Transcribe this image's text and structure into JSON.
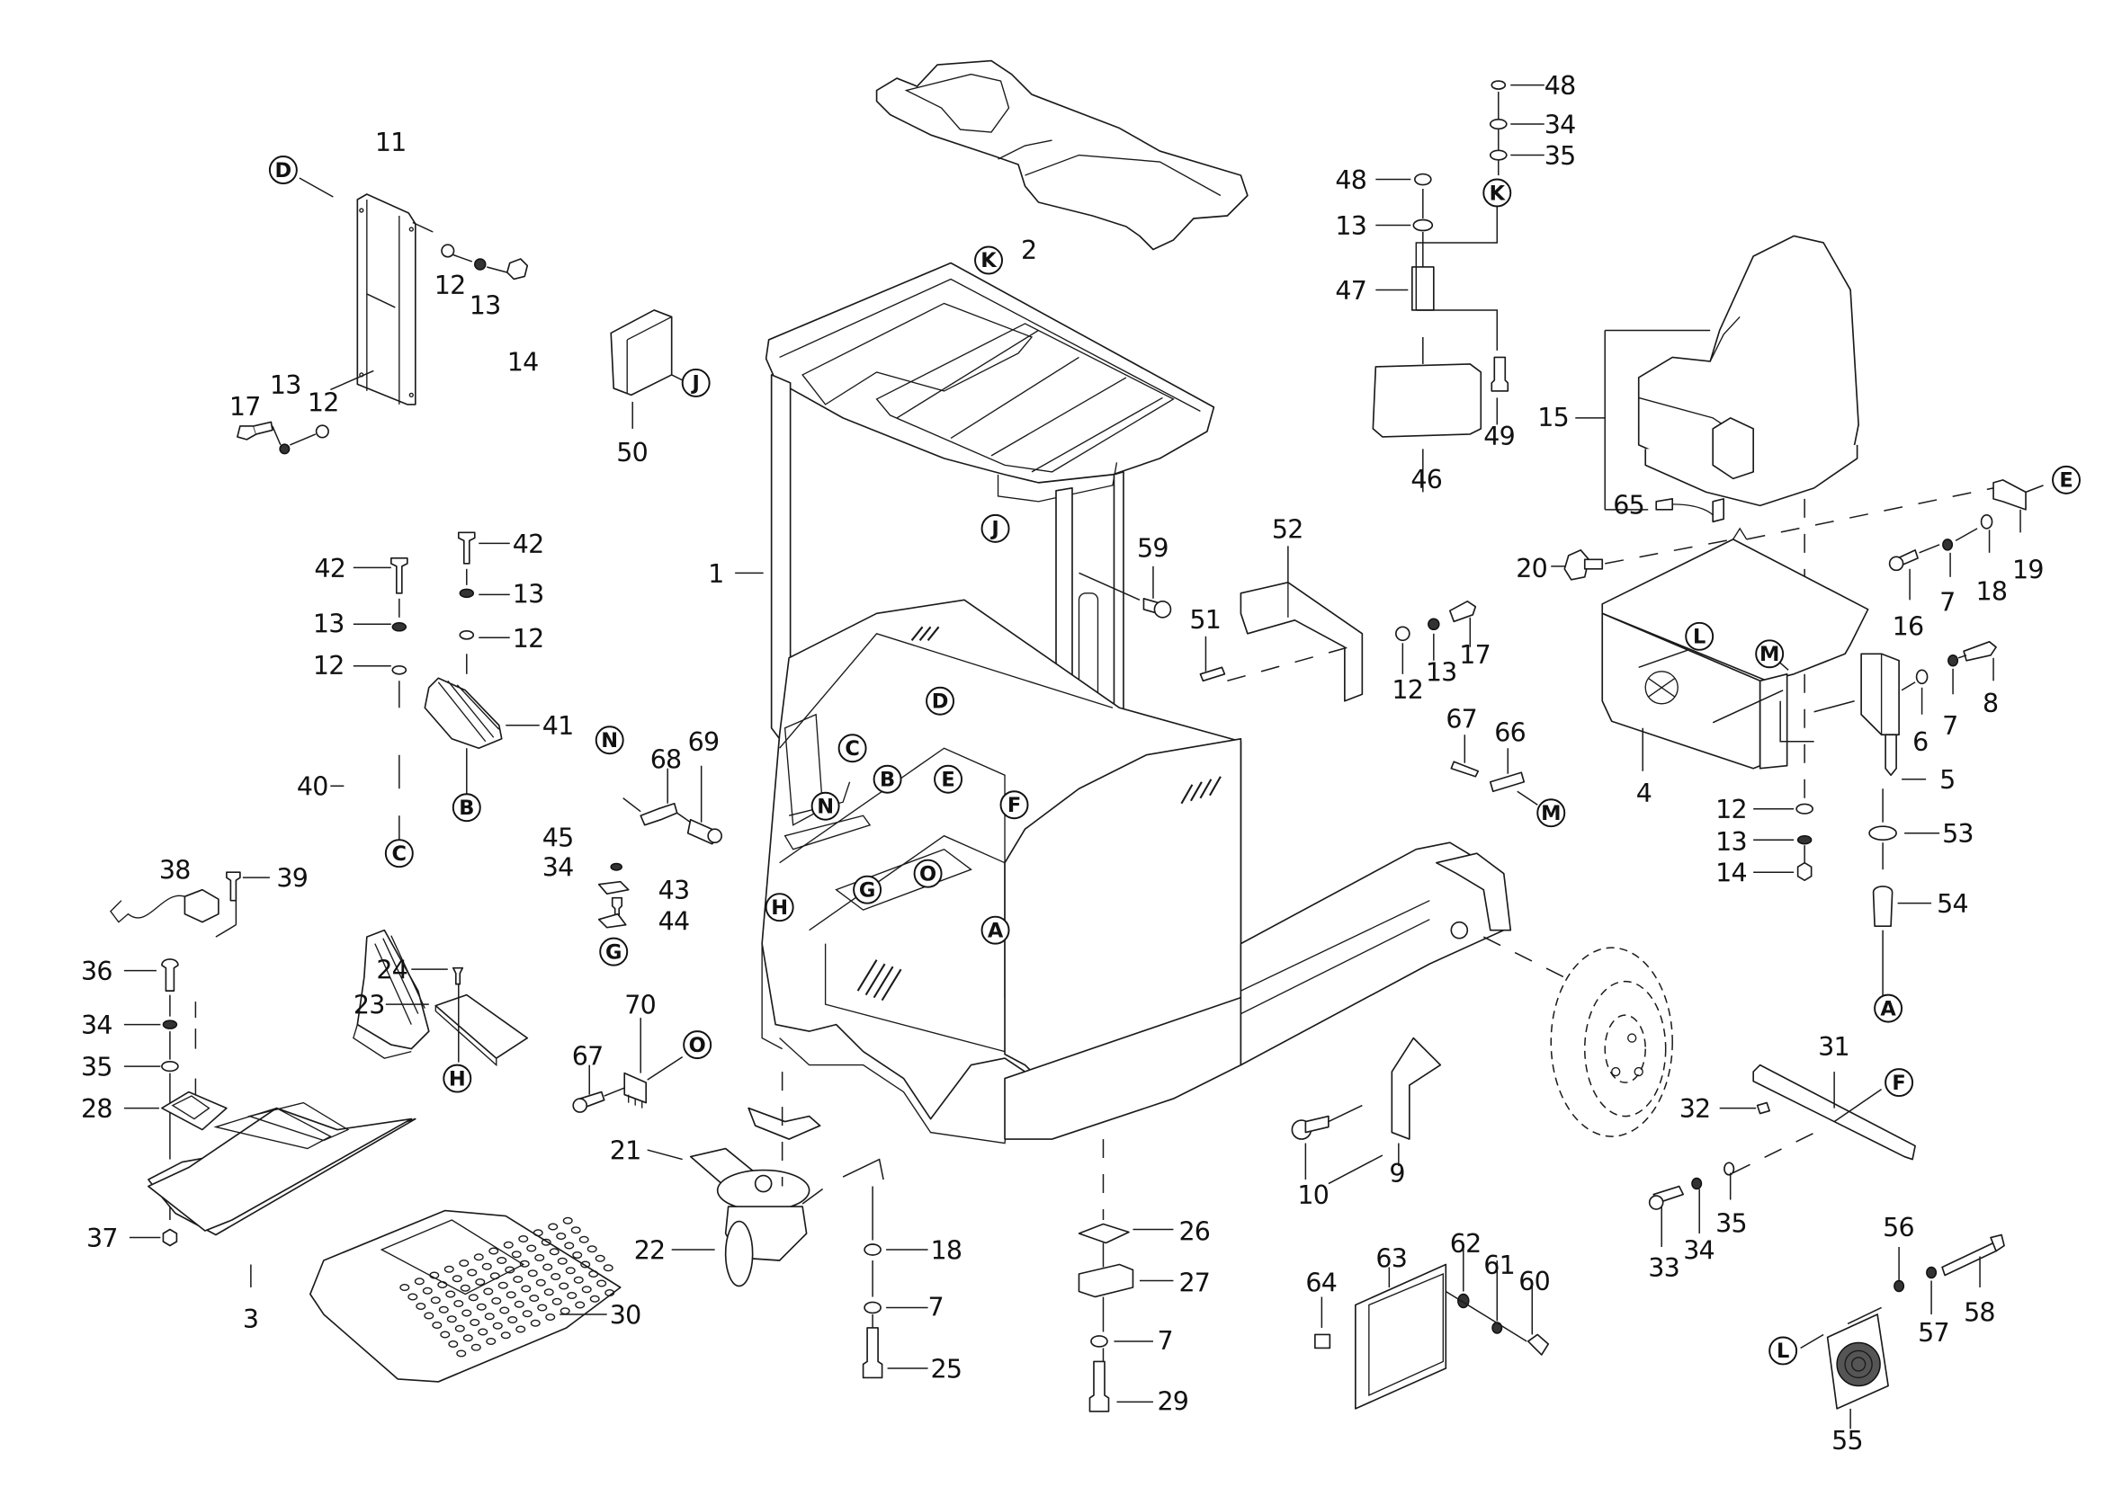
{
  "diagram": {
    "title": "",
    "type": "exploded parts diagram",
    "subject": "reach truck chassis / operator compartment"
  },
  "callouts": [
    {
      "id": "c1",
      "label": "1"
    },
    {
      "id": "c2",
      "label": "2"
    },
    {
      "id": "c3",
      "label": "3"
    },
    {
      "id": "c4",
      "label": "4"
    },
    {
      "id": "c5",
      "label": "5"
    },
    {
      "id": "c6",
      "label": "6"
    },
    {
      "id": "c7a",
      "label": "7"
    },
    {
      "id": "c7b",
      "label": "7"
    },
    {
      "id": "c7c",
      "label": "7"
    },
    {
      "id": "c7d",
      "label": "7"
    },
    {
      "id": "c8",
      "label": "8"
    },
    {
      "id": "c9",
      "label": "9"
    },
    {
      "id": "c10",
      "label": "10"
    },
    {
      "id": "c11",
      "label": "11"
    },
    {
      "id": "c12a",
      "label": "12"
    },
    {
      "id": "c12b",
      "label": "12"
    },
    {
      "id": "c12c",
      "label": "12"
    },
    {
      "id": "c12d",
      "label": "12"
    },
    {
      "id": "c12e",
      "label": "12"
    },
    {
      "id": "c12f",
      "label": "12"
    },
    {
      "id": "c13a",
      "label": "13"
    },
    {
      "id": "c13b",
      "label": "13"
    },
    {
      "id": "c13c",
      "label": "13"
    },
    {
      "id": "c13d",
      "label": "13"
    },
    {
      "id": "c13e",
      "label": "13"
    },
    {
      "id": "c13f",
      "label": "13"
    },
    {
      "id": "c13g",
      "label": "13"
    },
    {
      "id": "c14a",
      "label": "14"
    },
    {
      "id": "c14b",
      "label": "14"
    },
    {
      "id": "c15",
      "label": "15"
    },
    {
      "id": "c16",
      "label": "16"
    },
    {
      "id": "c17a",
      "label": "17"
    },
    {
      "id": "c17b",
      "label": "17"
    },
    {
      "id": "c18a",
      "label": "18"
    },
    {
      "id": "c18b",
      "label": "18"
    },
    {
      "id": "c19",
      "label": "19"
    },
    {
      "id": "c20",
      "label": "20"
    },
    {
      "id": "c21",
      "label": "21"
    },
    {
      "id": "c22",
      "label": "22"
    },
    {
      "id": "c23",
      "label": "23"
    },
    {
      "id": "c24",
      "label": "24"
    },
    {
      "id": "c25",
      "label": "25"
    },
    {
      "id": "c26",
      "label": "26"
    },
    {
      "id": "c27",
      "label": "27"
    },
    {
      "id": "c28",
      "label": "28"
    },
    {
      "id": "c29",
      "label": "29"
    },
    {
      "id": "c30",
      "label": "30"
    },
    {
      "id": "c31",
      "label": "31"
    },
    {
      "id": "c32",
      "label": "32"
    },
    {
      "id": "c33",
      "label": "33"
    },
    {
      "id": "c34a",
      "label": "34"
    },
    {
      "id": "c34b",
      "label": "34"
    },
    {
      "id": "c34c",
      "label": "34"
    },
    {
      "id": "c34d",
      "label": "34"
    },
    {
      "id": "c35a",
      "label": "35"
    },
    {
      "id": "c35b",
      "label": "35"
    },
    {
      "id": "c35c",
      "label": "35"
    },
    {
      "id": "c36",
      "label": "36"
    },
    {
      "id": "c37",
      "label": "37"
    },
    {
      "id": "c38",
      "label": "38"
    },
    {
      "id": "c39",
      "label": "39"
    },
    {
      "id": "c40",
      "label": "40"
    },
    {
      "id": "c41",
      "label": "41"
    },
    {
      "id": "c42a",
      "label": "42"
    },
    {
      "id": "c42b",
      "label": "42"
    },
    {
      "id": "c43",
      "label": "43"
    },
    {
      "id": "c44",
      "label": "44"
    },
    {
      "id": "c45",
      "label": "45"
    },
    {
      "id": "c46",
      "label": "46"
    },
    {
      "id": "c47",
      "label": "47"
    },
    {
      "id": "c48a",
      "label": "48"
    },
    {
      "id": "c48b",
      "label": "48"
    },
    {
      "id": "c49",
      "label": "49"
    },
    {
      "id": "c50",
      "label": "50"
    },
    {
      "id": "c51",
      "label": "51"
    },
    {
      "id": "c52",
      "label": "52"
    },
    {
      "id": "c53",
      "label": "53"
    },
    {
      "id": "c54",
      "label": "54"
    },
    {
      "id": "c55",
      "label": "55"
    },
    {
      "id": "c56",
      "label": "56"
    },
    {
      "id": "c57",
      "label": "57"
    },
    {
      "id": "c58",
      "label": "58"
    },
    {
      "id": "c59",
      "label": "59"
    },
    {
      "id": "c60",
      "label": "60"
    },
    {
      "id": "c61",
      "label": "61"
    },
    {
      "id": "c62",
      "label": "62"
    },
    {
      "id": "c63",
      "label": "63"
    },
    {
      "id": "c64",
      "label": "64"
    },
    {
      "id": "c65",
      "label": "65"
    },
    {
      "id": "c66",
      "label": "66"
    },
    {
      "id": "c67a",
      "label": "67"
    },
    {
      "id": "c67b",
      "label": "67"
    },
    {
      "id": "c68",
      "label": "68"
    },
    {
      "id": "c69",
      "label": "69"
    },
    {
      "id": "c70",
      "label": "70"
    }
  ],
  "references": [
    {
      "id": "rA1",
      "label": "A"
    },
    {
      "id": "rA2",
      "label": "A"
    },
    {
      "id": "rB1",
      "label": "B"
    },
    {
      "id": "rB2",
      "label": "B"
    },
    {
      "id": "rC1",
      "label": "C"
    },
    {
      "id": "rC2",
      "label": "C"
    },
    {
      "id": "rD1",
      "label": "D"
    },
    {
      "id": "rD2",
      "label": "D"
    },
    {
      "id": "rE1",
      "label": "E"
    },
    {
      "id": "rE2",
      "label": "E"
    },
    {
      "id": "rF1",
      "label": "F"
    },
    {
      "id": "rF2",
      "label": "F"
    },
    {
      "id": "rG1",
      "label": "G"
    },
    {
      "id": "rG2",
      "label": "G"
    },
    {
      "id": "rH1",
      "label": "H"
    },
    {
      "id": "rH2",
      "label": "H"
    },
    {
      "id": "rJ1",
      "label": "J"
    },
    {
      "id": "rJ2",
      "label": "J"
    },
    {
      "id": "rK1",
      "label": "K"
    },
    {
      "id": "rK2",
      "label": "K"
    },
    {
      "id": "rL1",
      "label": "L"
    },
    {
      "id": "rL2",
      "label": "L"
    },
    {
      "id": "rM1",
      "label": "M"
    },
    {
      "id": "rM2",
      "label": "M"
    },
    {
      "id": "rN1",
      "label": "N"
    },
    {
      "id": "rN2",
      "label": "N"
    },
    {
      "id": "rO1",
      "label": "O"
    },
    {
      "id": "rO2",
      "label": "O"
    }
  ]
}
